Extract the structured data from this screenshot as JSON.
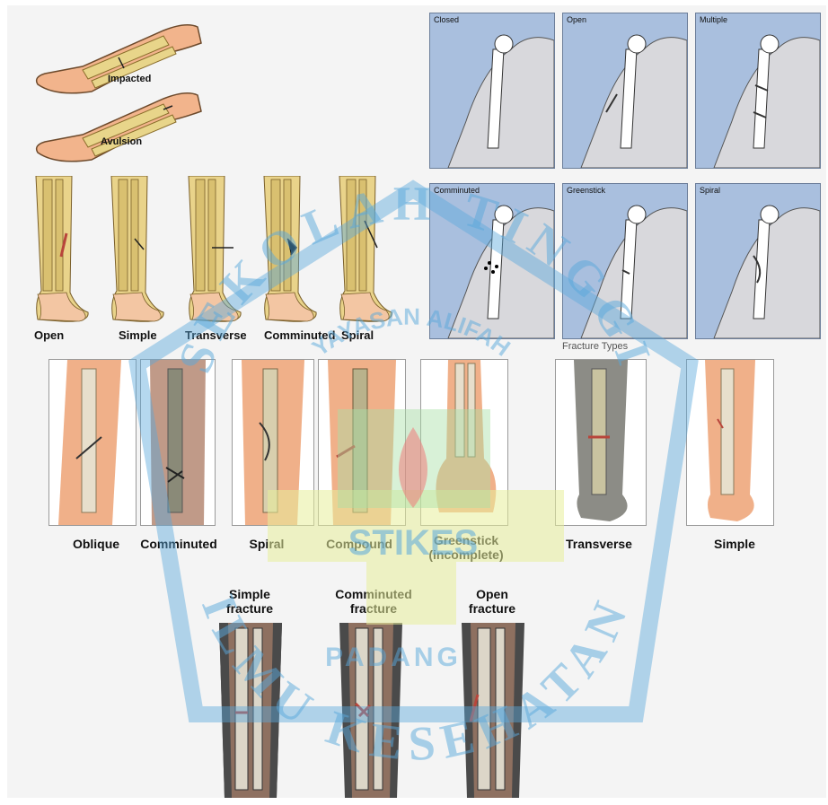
{
  "forearm_labels": [
    "Impacted",
    "Avulsion"
  ],
  "leg_labels": [
    "Open",
    "Simple",
    "Transverse",
    "Comminuted",
    "Spiral"
  ],
  "xray_panels": [
    "Closed",
    "Open",
    "Multiple",
    "Comminuted",
    "Greenstick",
    "Spiral"
  ],
  "xray_caption": "Fracture Types",
  "photo_labels": [
    {
      "line1": "Oblique",
      "line2": ""
    },
    {
      "line1": "Comminuted",
      "line2": ""
    },
    {
      "line1": "Spiral",
      "line2": ""
    },
    {
      "line1": "Compound",
      "line2": ""
    },
    {
      "line1": "Greenstick",
      "line2": "(incomplete)"
    },
    {
      "line1": "Transverse",
      "line2": ""
    },
    {
      "line1": "Simple",
      "line2": ""
    }
  ],
  "bottom_labels": [
    {
      "line1": "Simple",
      "line2": "fracture"
    },
    {
      "line1": "Comminuted",
      "line2": "fracture"
    },
    {
      "line1": "Open",
      "line2": "fracture"
    }
  ],
  "watermark": {
    "top_arc": "SEKOLAH TINGGI",
    "inner_arc": "YAYASAN ALIFAH",
    "center": "STIKES",
    "city": "PADANG",
    "bottom_arc": "ILMU KESEHATAN",
    "color": "#5aa9dc"
  },
  "colors": {
    "bone": "#e8d58a",
    "skin": "#f0b089",
    "xray_bg": "#a9bfde"
  }
}
